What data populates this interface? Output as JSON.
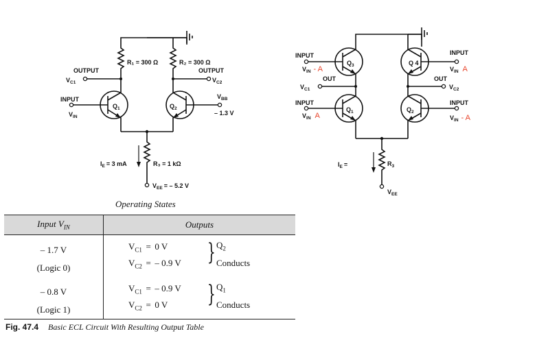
{
  "left_circuit": {
    "r1": "R₁ = 300 Ω",
    "r2": "R₂ = 300 Ω",
    "r3": "R₃ = 1 kΩ",
    "output1": "OUTPUT",
    "output2": "OUTPUT",
    "vc1": "V",
    "vc1_sub": "C1",
    "vc2": "V",
    "vc2_sub": "C2",
    "input": "INPUT",
    "vin": "V",
    "vin_sub": "IN",
    "q1": "Q",
    "q1_sub": "1",
    "q2": "Q",
    "q2_sub": "2",
    "vbb": "V",
    "vbb_sub": "BB",
    "vbb_value": "– 1.3 V",
    "ie": "I",
    "ie_sub": "E",
    "ie_value": "= 3 mA",
    "vee": "V",
    "vee_sub": "EE",
    "vee_value": "= – 5.2 V"
  },
  "right_circuit": {
    "input_tl": "INPUT",
    "vin_tl": "V",
    "vin_tl_sub": "IN",
    "vin_tl_mark": "- A",
    "input_tr": "INPUT",
    "vin_tr": "V",
    "vin_tr_sub": "IN",
    "vin_tr_mark": "A",
    "q3": "Q",
    "q3_sub": "3",
    "q4": "Q 4",
    "out_l": "OUT",
    "out_r": "OUT",
    "vc1": "V",
    "vc1_sub": "C1",
    "vc2": "V",
    "vc2_sub": "C2",
    "input_bl": "INPUT",
    "vin_bl": "V",
    "vin_bl_sub": "IN",
    "vin_bl_mark": "A",
    "input_br": "INPUT",
    "vin_br": "V",
    "vin_br_sub": "IN",
    "vin_br_mark": "- A",
    "q1": "Q",
    "q1_sub": "1",
    "q2": "Q",
    "q2_sub": "2",
    "r3": "R",
    "r3_sub": "3",
    "ie": "I",
    "ie_sub": "E",
    "ie_value": "=",
    "vee": "V",
    "vee_sub": "EE"
  },
  "table": {
    "title": "Operating States",
    "header_input": "Input V",
    "header_input_sub": "IN",
    "header_outputs": "Outputs",
    "rows": [
      {
        "input_value": "– 1.7 V",
        "input_logic": "(Logic 0)",
        "vc1_label": "V",
        "vc1_sub": "C1",
        "vc1_value": "0 V",
        "vc2_label": "V",
        "vc2_sub": "C2",
        "vc2_value": "– 0.9 V",
        "q_label": "Q",
        "q_sub": "2",
        "status": "Conducts"
      },
      {
        "input_value": "– 0.8 V",
        "input_logic": "(Logic 1)",
        "vc1_label": "V",
        "vc1_sub": "C1",
        "vc1_value": "– 0.9 V",
        "vc2_label": "V",
        "vc2_sub": "C2",
        "vc2_value": "0 V",
        "q_label": "Q",
        "q_sub": "1",
        "status": "Conducts"
      }
    ]
  },
  "figure": {
    "number": "Fig. 47.4",
    "caption": "Basic ECL Circuit With Resulting Output Table"
  },
  "colors": {
    "annotation_red": "#e8452c",
    "table_header": "#d9d9d9"
  }
}
